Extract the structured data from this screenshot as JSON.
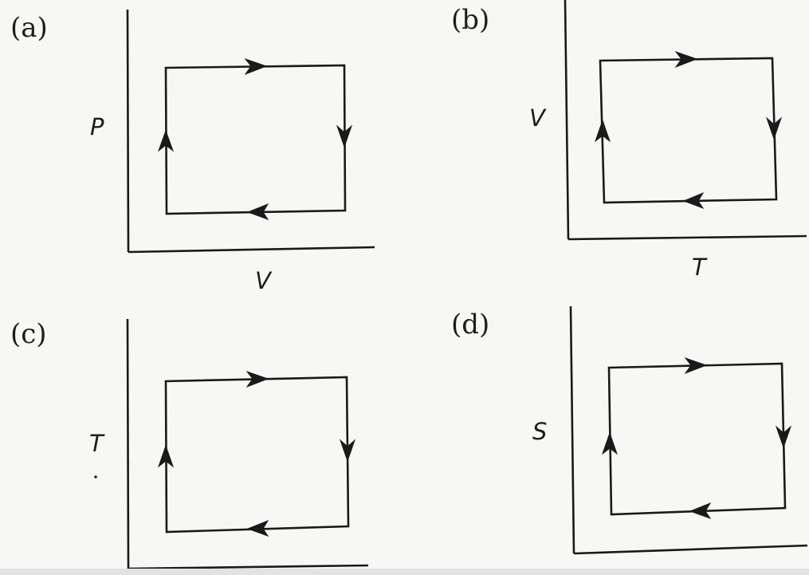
{
  "panels": [
    {
      "label": "(a)",
      "x_axis": "V",
      "y_axis": "P",
      "cycle_direction": "clockwise",
      "edges": [
        {
          "edge": "top",
          "arrow": "right"
        },
        {
          "edge": "right",
          "arrow": "down"
        },
        {
          "edge": "bottom",
          "arrow": "left"
        },
        {
          "edge": "left",
          "arrow": "up"
        }
      ]
    },
    {
      "label": "(b)",
      "x_axis": "T",
      "y_axis": "V",
      "cycle_direction": "clockwise",
      "edges": [
        {
          "edge": "top",
          "arrow": "right"
        },
        {
          "edge": "right",
          "arrow": "down"
        },
        {
          "edge": "bottom",
          "arrow": "left"
        },
        {
          "edge": "left",
          "arrow": "up"
        }
      ]
    },
    {
      "label": "(c)",
      "x_axis": "",
      "y_axis": "T",
      "cycle_direction": "clockwise",
      "edges": [
        {
          "edge": "top",
          "arrow": "right"
        },
        {
          "edge": "right",
          "arrow": "down"
        },
        {
          "edge": "bottom",
          "arrow": "left"
        },
        {
          "edge": "left",
          "arrow": "up"
        }
      ]
    },
    {
      "label": "(d)",
      "x_axis": "",
      "y_axis": "S",
      "cycle_direction": "clockwise",
      "edges": [
        {
          "edge": "top",
          "arrow": "right"
        },
        {
          "edge": "right",
          "arrow": "down"
        },
        {
          "edge": "bottom",
          "arrow": "left"
        },
        {
          "edge": "left",
          "arrow": "up"
        }
      ]
    }
  ],
  "colors": {
    "ink": "#1a1a1a",
    "background": "#f7f7f5"
  }
}
